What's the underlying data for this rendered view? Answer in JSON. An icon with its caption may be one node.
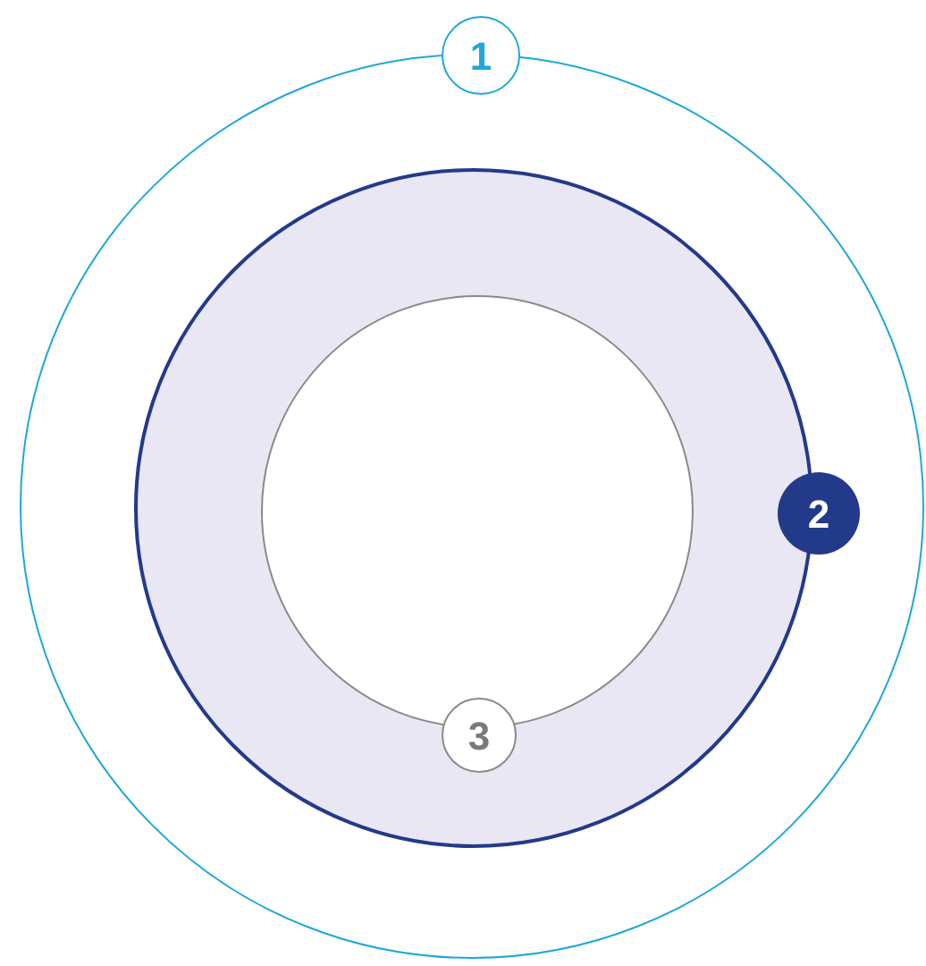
{
  "diagram": {
    "nodes": [
      {
        "text": [
          "1"
        ]
      },
      {
        "text": [
          "2"
        ],
        "in": 0
      },
      {
        "text": [
          "3"
        ],
        "in": 1
      }
    ]
  }
}
